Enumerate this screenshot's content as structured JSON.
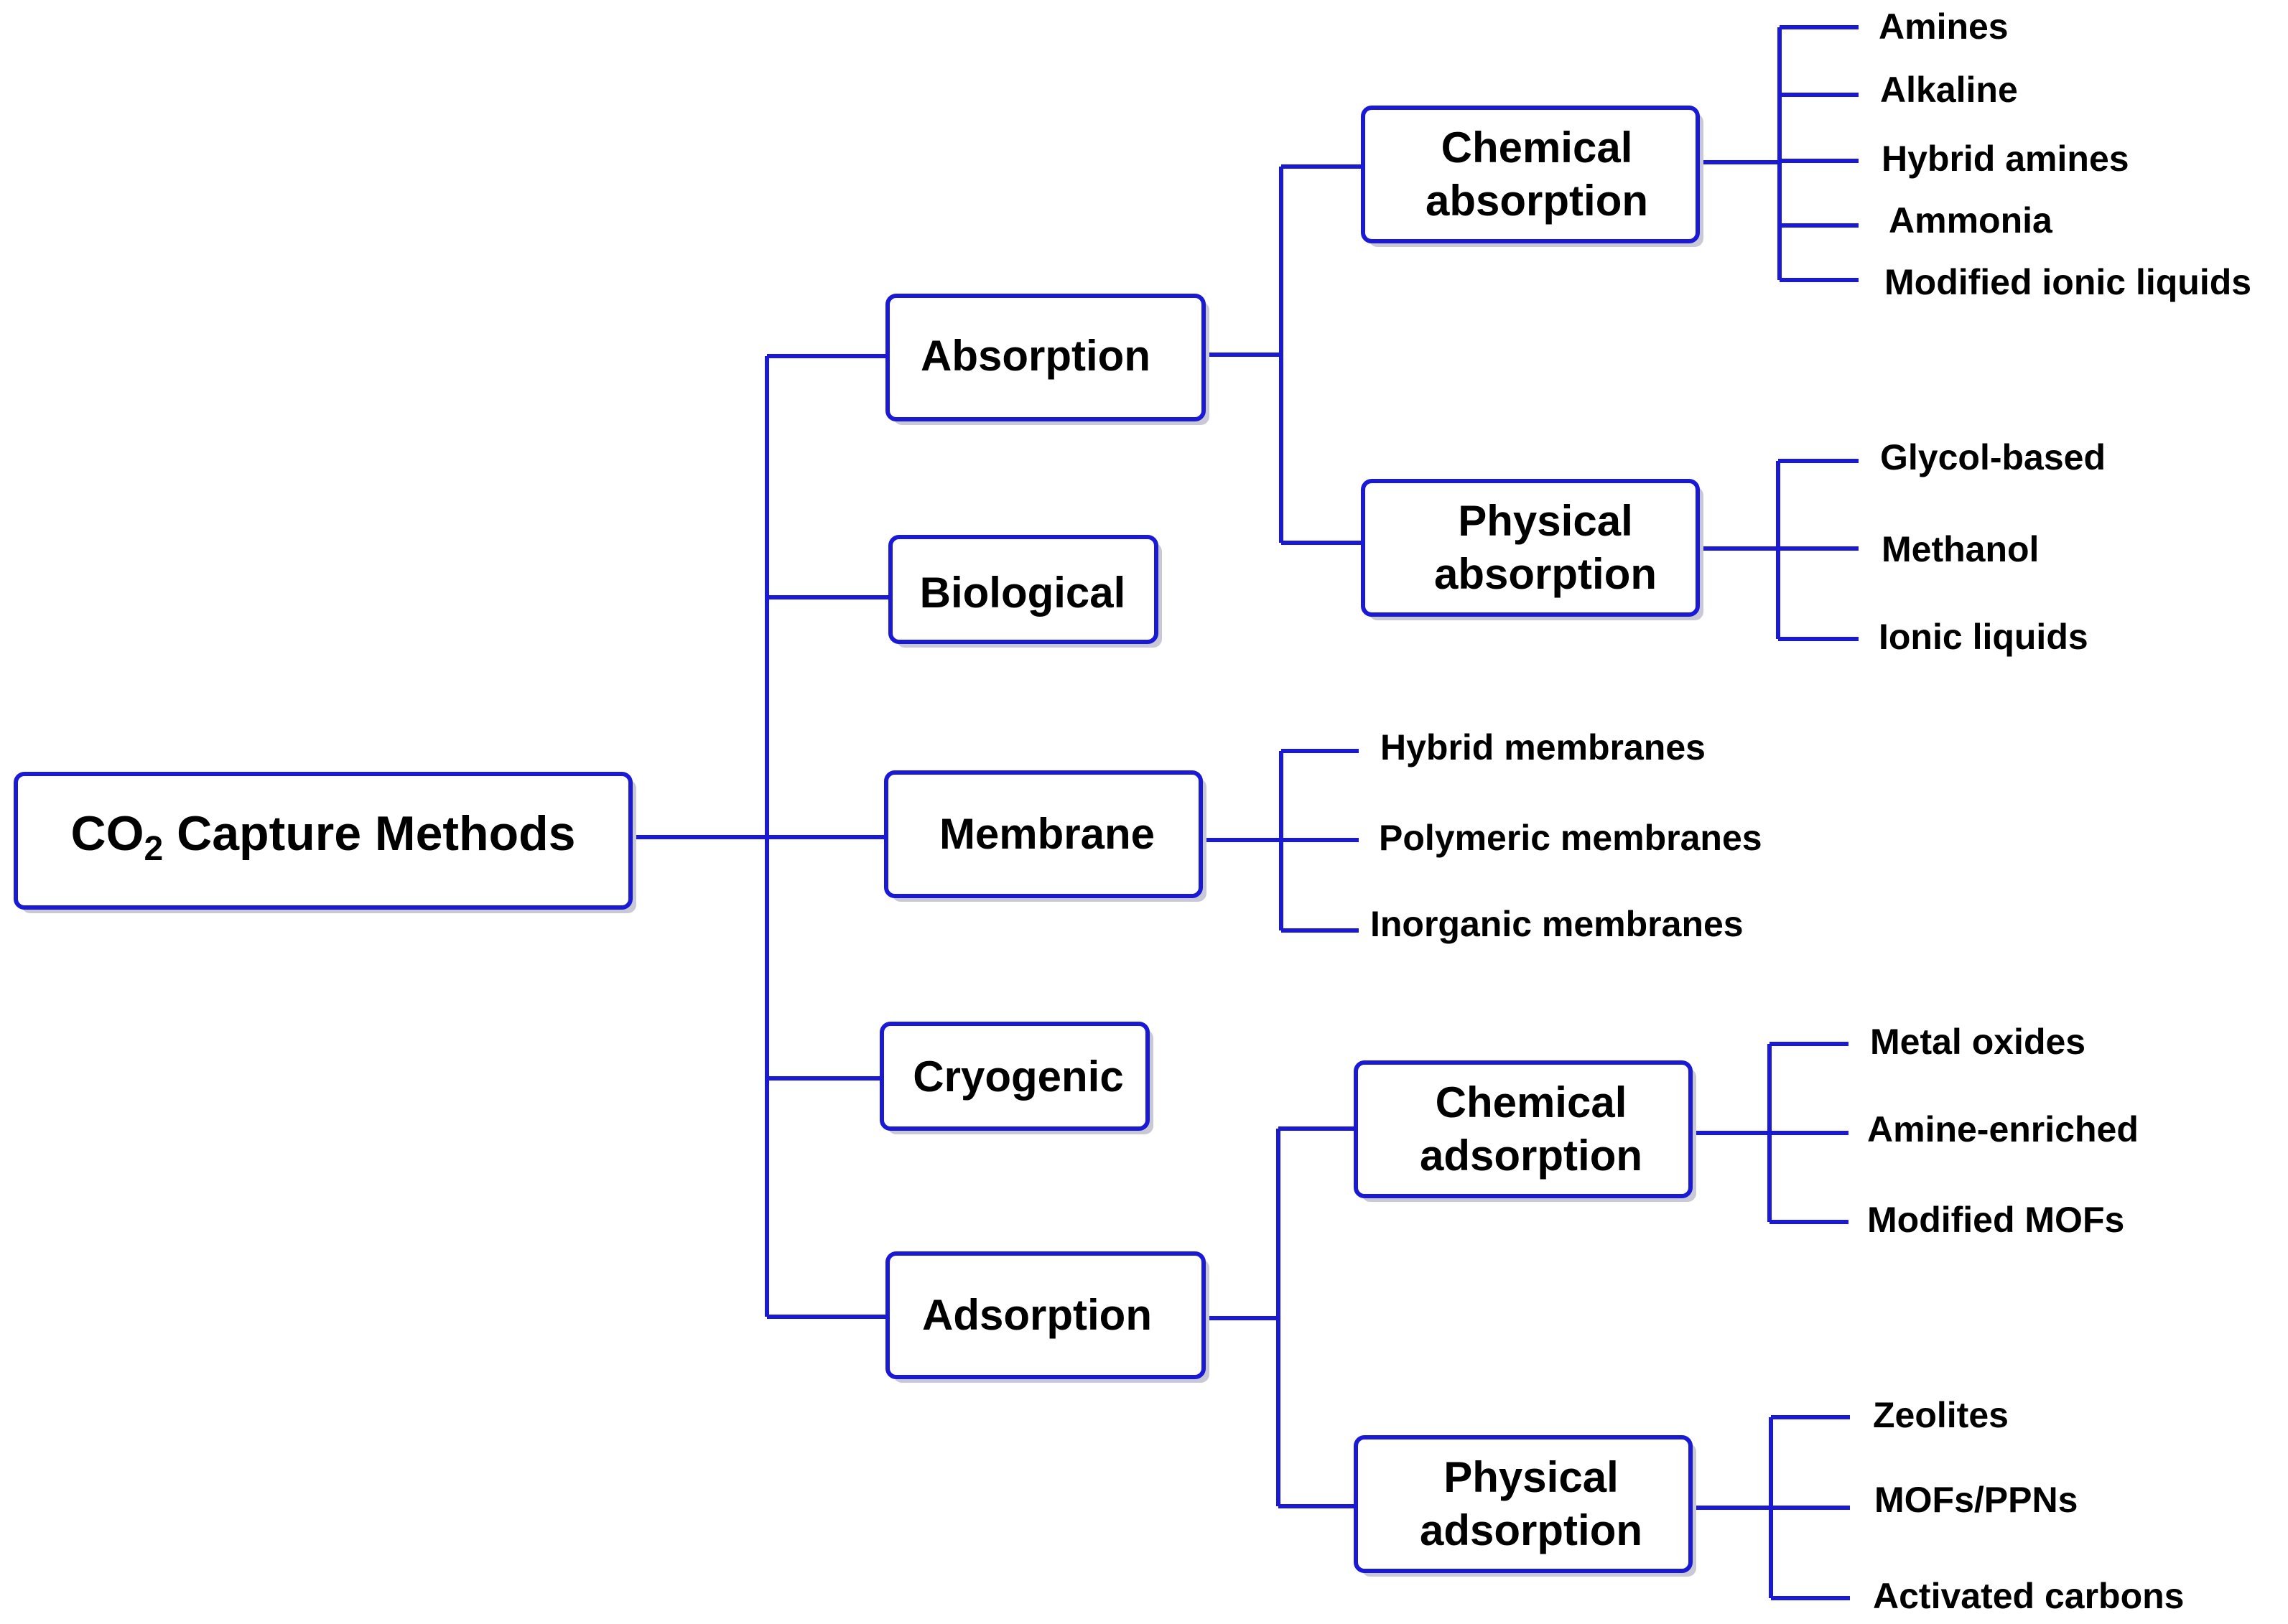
{
  "root": {
    "label_prefix": "CO",
    "label_subscript": "2",
    "label_suffix": " Capture Methods"
  },
  "methods": {
    "absorption": {
      "label": "Absorption",
      "chemical": {
        "label_line1": "Chemical",
        "label_line2": "absorption",
        "items": [
          "Amines",
          "Alkaline",
          "Hybrid amines",
          "Ammonia",
          "Modified ionic liquids"
        ]
      },
      "physical": {
        "label_line1": "Physical",
        "label_line2": "absorption",
        "items": [
          "Glycol-based",
          "Methanol",
          "Ionic liquids"
        ]
      }
    },
    "biological": {
      "label": "Biological"
    },
    "membrane": {
      "label": "Membrane",
      "items": [
        "Hybrid membranes",
        "Polymeric membranes",
        "Inorganic membranes"
      ]
    },
    "cryogenic": {
      "label": "Cryogenic"
    },
    "adsorption": {
      "label": "Adsorption",
      "chemical": {
        "label_line1": "Chemical",
        "label_line2": "adsorption",
        "items": [
          "Metal oxides",
          "Amine-enriched",
          "Modified MOFs"
        ]
      },
      "physical": {
        "label_line1": "Physical",
        "label_line2": "adsorption",
        "items": [
          "Zeolites",
          "MOFs/PPNs",
          "Activated carbons"
        ]
      }
    }
  },
  "colors": {
    "accent": "#1a1ad6",
    "text": "#000000",
    "background": "#ffffff"
  }
}
